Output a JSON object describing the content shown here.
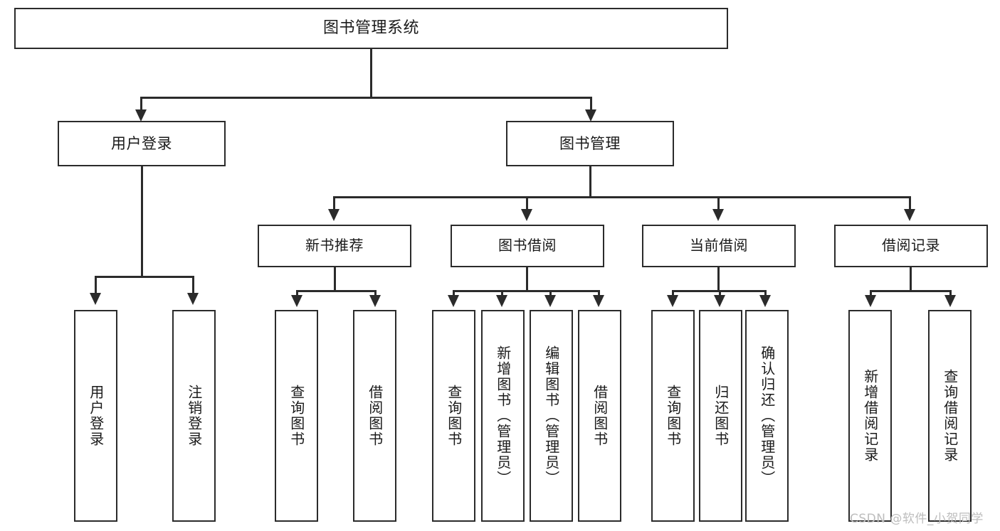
{
  "diagram": {
    "title": "图书管理系统",
    "type": "tree",
    "orientation": "top-down",
    "style": {
      "box_border_color": "#2b2b2b",
      "box_fill_color": "#ffffff",
      "connector_color": "#2b2b2b",
      "text_color": "#1a1a1a",
      "background": "#ffffff",
      "watermark_color": "#bdbdbd"
    },
    "nodes": {
      "root": {
        "label": "图书管理系统"
      },
      "level2": [
        {
          "id": "user-login",
          "label": "用户登录"
        },
        {
          "id": "book-management",
          "label": "图书管理"
        }
      ],
      "level3": [
        {
          "id": "new-book-recommend",
          "label": "新书推荐"
        },
        {
          "id": "book-borrow",
          "label": "图书借阅"
        },
        {
          "id": "current-borrow",
          "label": "当前借阅"
        },
        {
          "id": "borrow-record",
          "label": "借阅记录"
        }
      ],
      "leaves": {
        "user_login": [
          {
            "id": "leaf-user-login",
            "label": "用户登录"
          },
          {
            "id": "leaf-logout-login",
            "label": "注销登录"
          }
        ],
        "new_book_recommend": [
          {
            "id": "leaf-query-book-1",
            "label": "查询图书"
          },
          {
            "id": "leaf-borrow-book-1",
            "label": "借阅图书"
          }
        ],
        "book_borrow": [
          {
            "id": "leaf-query-book-2",
            "label": "查询图书"
          },
          {
            "id": "leaf-add-book",
            "label": "新增图书（管理员）"
          },
          {
            "id": "leaf-edit-book",
            "label": "编辑图书（管理员）"
          },
          {
            "id": "leaf-borrow-book-2",
            "label": "借阅图书"
          }
        ],
        "current_borrow": [
          {
            "id": "leaf-query-book-3",
            "label": "查询图书"
          },
          {
            "id": "leaf-return-book",
            "label": "归还图书"
          },
          {
            "id": "leaf-confirm-return",
            "label": "确认归还（管理员）"
          }
        ],
        "borrow_record": [
          {
            "id": "leaf-add-borrow-record",
            "label": "新增借阅记录"
          },
          {
            "id": "leaf-query-borrow-record",
            "label": "查询借阅记录"
          }
        ]
      }
    },
    "watermark": "CSDN @软件_小贺同学"
  }
}
